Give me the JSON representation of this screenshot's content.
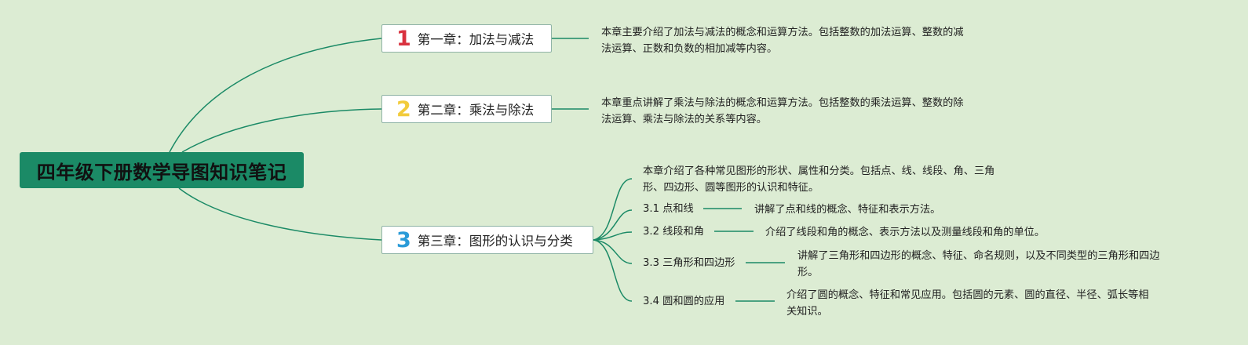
{
  "root": {
    "title": "四年级下册数学导图知识笔记"
  },
  "colors": {
    "link": "#1b8a66",
    "root_bg": "#1b8a66",
    "num1": "#d9323f",
    "num2": "#f2cb3c",
    "num3": "#2a9bd8"
  },
  "chapters": [
    {
      "num": "1",
      "title": "第一章：加法与减法",
      "desc": [
        "本章主要介绍了加法与减法的概念和运算方法。包括整数的加法运算、整数的减",
        "法运算、正数和负数的相加减等内容。"
      ]
    },
    {
      "num": "2",
      "title": "第二章：乘法与除法",
      "desc": [
        "本章重点讲解了乘法与除法的概念和运算方法。包括整数的乘法运算、整数的除",
        "法运算、乘法与除法的关系等内容。"
      ]
    },
    {
      "num": "3",
      "title": "第三章：图形的认识与分类",
      "intro": [
        "本章介绍了各种常见图形的形状、属性和分类。包括点、线、线段、角、三角",
        "形、四边形、圆等图形的认识和特征。"
      ],
      "sections": [
        {
          "label": "3.1 点和线",
          "desc": [
            "讲解了点和线的概念、特征和表示方法。"
          ]
        },
        {
          "label": "3.2 线段和角",
          "desc": [
            "介绍了线段和角的概念、表示方法以及测量线段和角的单位。"
          ]
        },
        {
          "label": "3.3 三角形和四边形",
          "desc": [
            "讲解了三角形和四边形的概念、特征、命名规则，以及不同类型的三角形和四边",
            "形。"
          ]
        },
        {
          "label": "3.4 圆和圆的应用",
          "desc": [
            "介绍了圆的概念、特征和常见应用。包括圆的元素、圆的直径、半径、弧长等相",
            "关知识。"
          ]
        }
      ]
    }
  ]
}
